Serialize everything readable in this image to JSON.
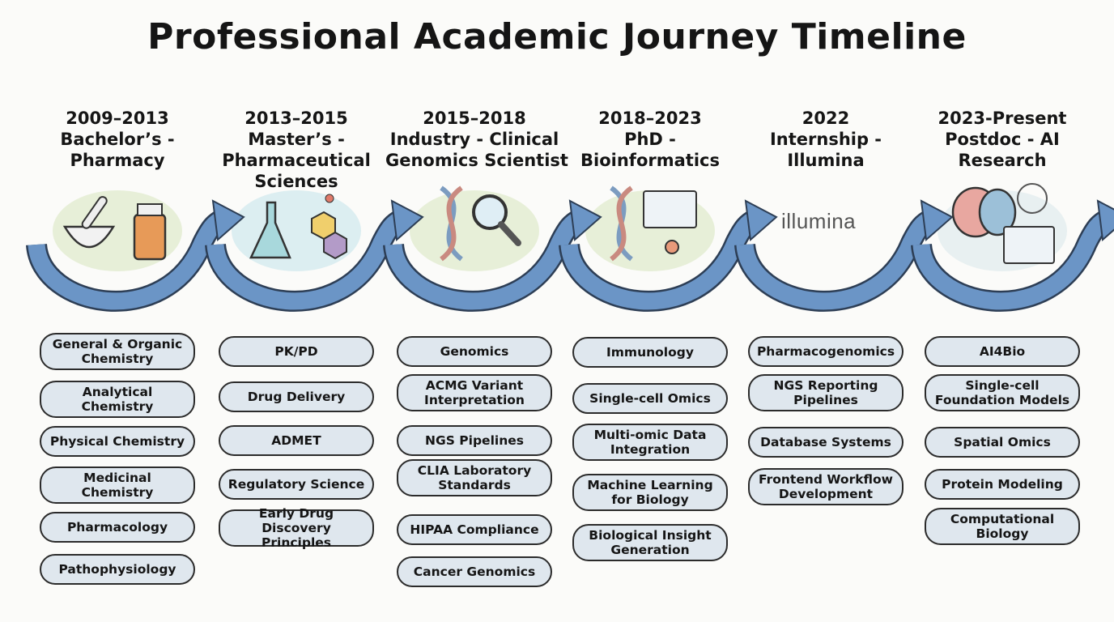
{
  "title": "Professional Academic Journey Timeline",
  "colors": {
    "arrow": "#6b95c6",
    "pill_fill": "#dfe7ee",
    "pill_border": "#2b2b2b"
  },
  "stages": [
    {
      "years": "2009–2013",
      "line1": "Bachelor’s -",
      "line2": "Pharmacy",
      "line3": "",
      "icon": "mortar-pestle-pill-bottle-icon",
      "skills": [
        "General & Organic Chemistry",
        "Analytical Chemistry",
        "Physical Chemistry",
        "Medicinal Chemistry",
        "Pharmacology",
        "Pathophysiology"
      ]
    },
    {
      "years": "2013–2015",
      "line1": "Master’s -",
      "line2": "Pharmaceutical",
      "line3": "Sciences",
      "icon": "flask-molecule-icon",
      "skills": [
        "PK/PD",
        "Drug Delivery",
        "ADMET",
        "Regulatory Science",
        "Early Drug Discovery Principles"
      ]
    },
    {
      "years": "2015–2018",
      "line1": "Industry - Clinical",
      "line2": "Genomics Scientist",
      "line3": "",
      "icon": "dna-magnifier-icon",
      "skills": [
        "Genomics",
        "ACMG Variant Interpretation",
        "NGS Pipelines",
        "CLIA Laboratory Standards",
        "HIPAA Compliance",
        "Cancer Genomics"
      ]
    },
    {
      "years": "2018–2023",
      "line1": "PhD -",
      "line2": "Bioinformatics",
      "line3": "",
      "icon": "dna-network-screen-icon",
      "skills": [
        "Immunology",
        "Single-cell Omics",
        "Multi-omic Data Integration",
        "Machine Learning for Biology",
        "Biological Insight Generation"
      ]
    },
    {
      "years": "2022",
      "line1": "Internship -",
      "line2": "Illumina",
      "line3": "",
      "icon": "illumina-logo",
      "logo_text": "illumina",
      "skills": [
        "Pharmacogenomics",
        "NGS Reporting Pipelines",
        "Database Systems",
        "Frontend Workflow Development"
      ]
    },
    {
      "years": "2023-Present",
      "line1": "Postdoc - AI",
      "line2": "Research",
      "line3": "",
      "icon": "brain-network-screen-icon",
      "skills": [
        "AI4Bio",
        "Single-cell Foundation Models",
        "Spatial Omics",
        "Protein Modeling",
        "Computational Biology"
      ]
    }
  ]
}
